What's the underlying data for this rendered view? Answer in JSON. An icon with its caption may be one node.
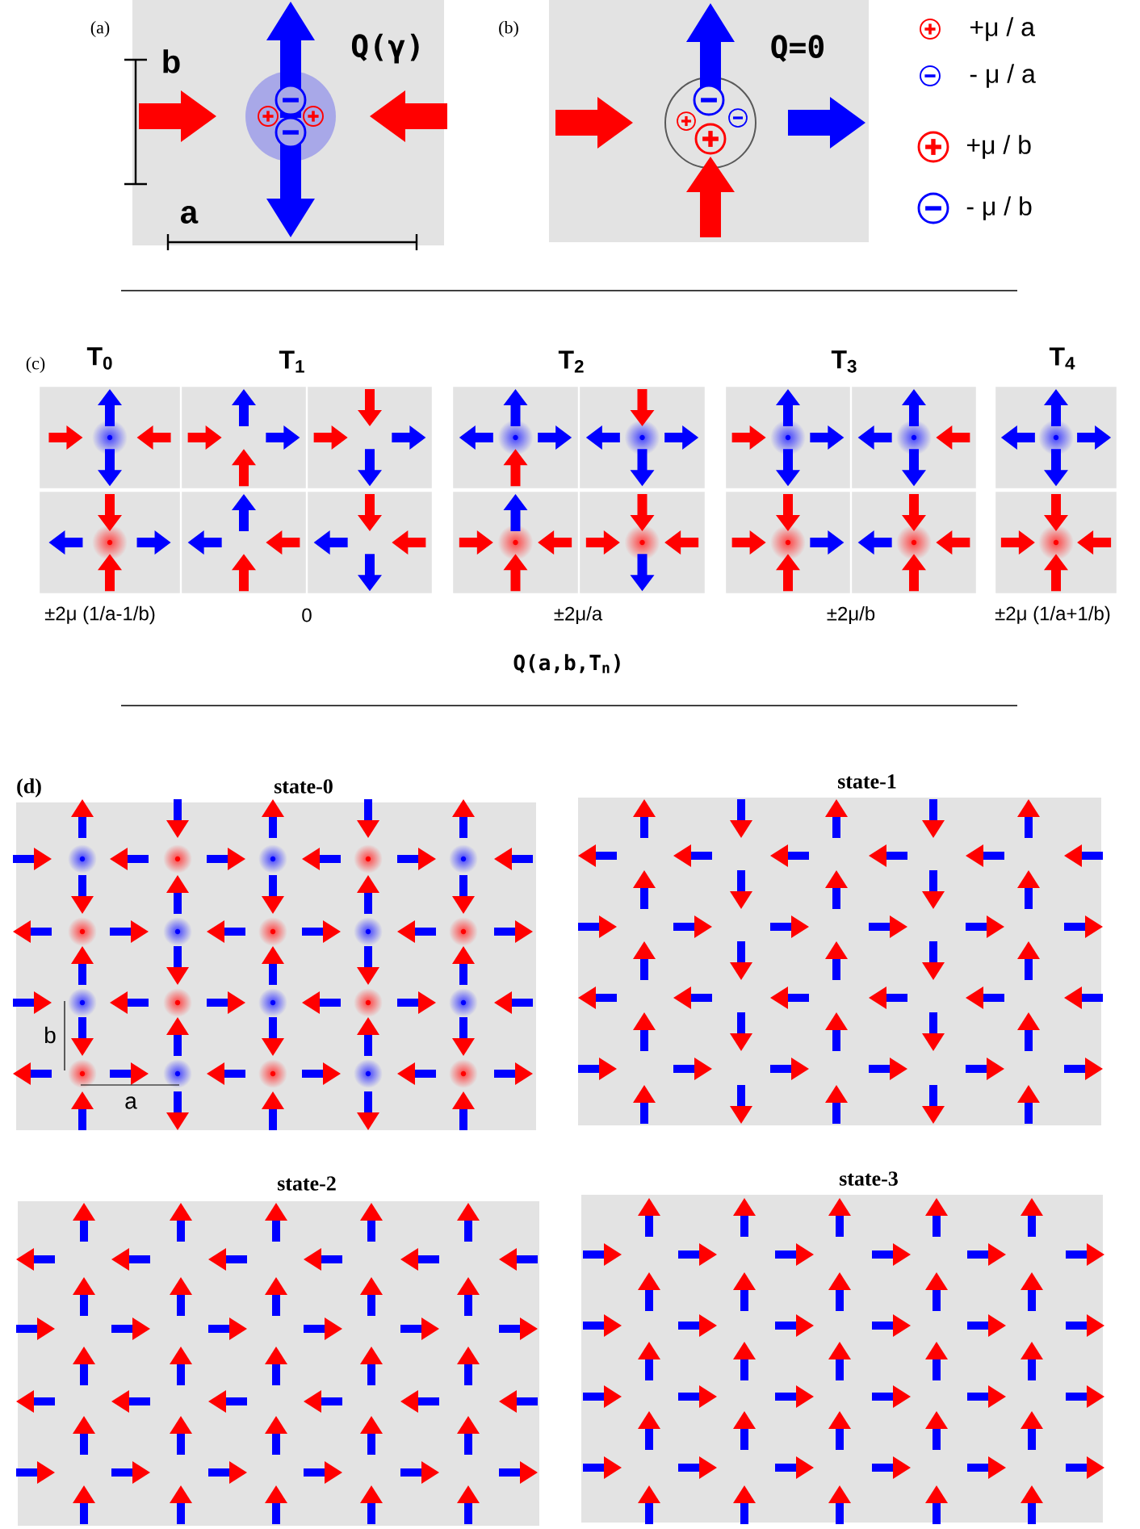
{
  "diagram": {
    "labels": [
      "(a)",
      "Q(γ)",
      "b",
      "a",
      "(b)",
      "Q=0",
      "(c)",
      "T$_{0}$",
      "T$_{1}$",
      "T$_{2}$",
      "T$_{3}$",
      "T$_{4}$",
      "±2μ (1/a-1/b)",
      "0",
      "±2μ/a",
      "±2μ/b",
      "±2μ (1/a+1/b)",
      "Q(a,b,T$_{n}$)",
      "(d)",
      "state-0",
      "b",
      "a",
      "state-1",
      "state-2",
      "state-3"
    ],
    "legend": [
      {
        "text": "+μ / a"
      },
      {
        "text": "- μ / a"
      },
      {
        "text": "+μ / b"
      },
      {
        "text": "- μ / b"
      }
    ]
  }
}
